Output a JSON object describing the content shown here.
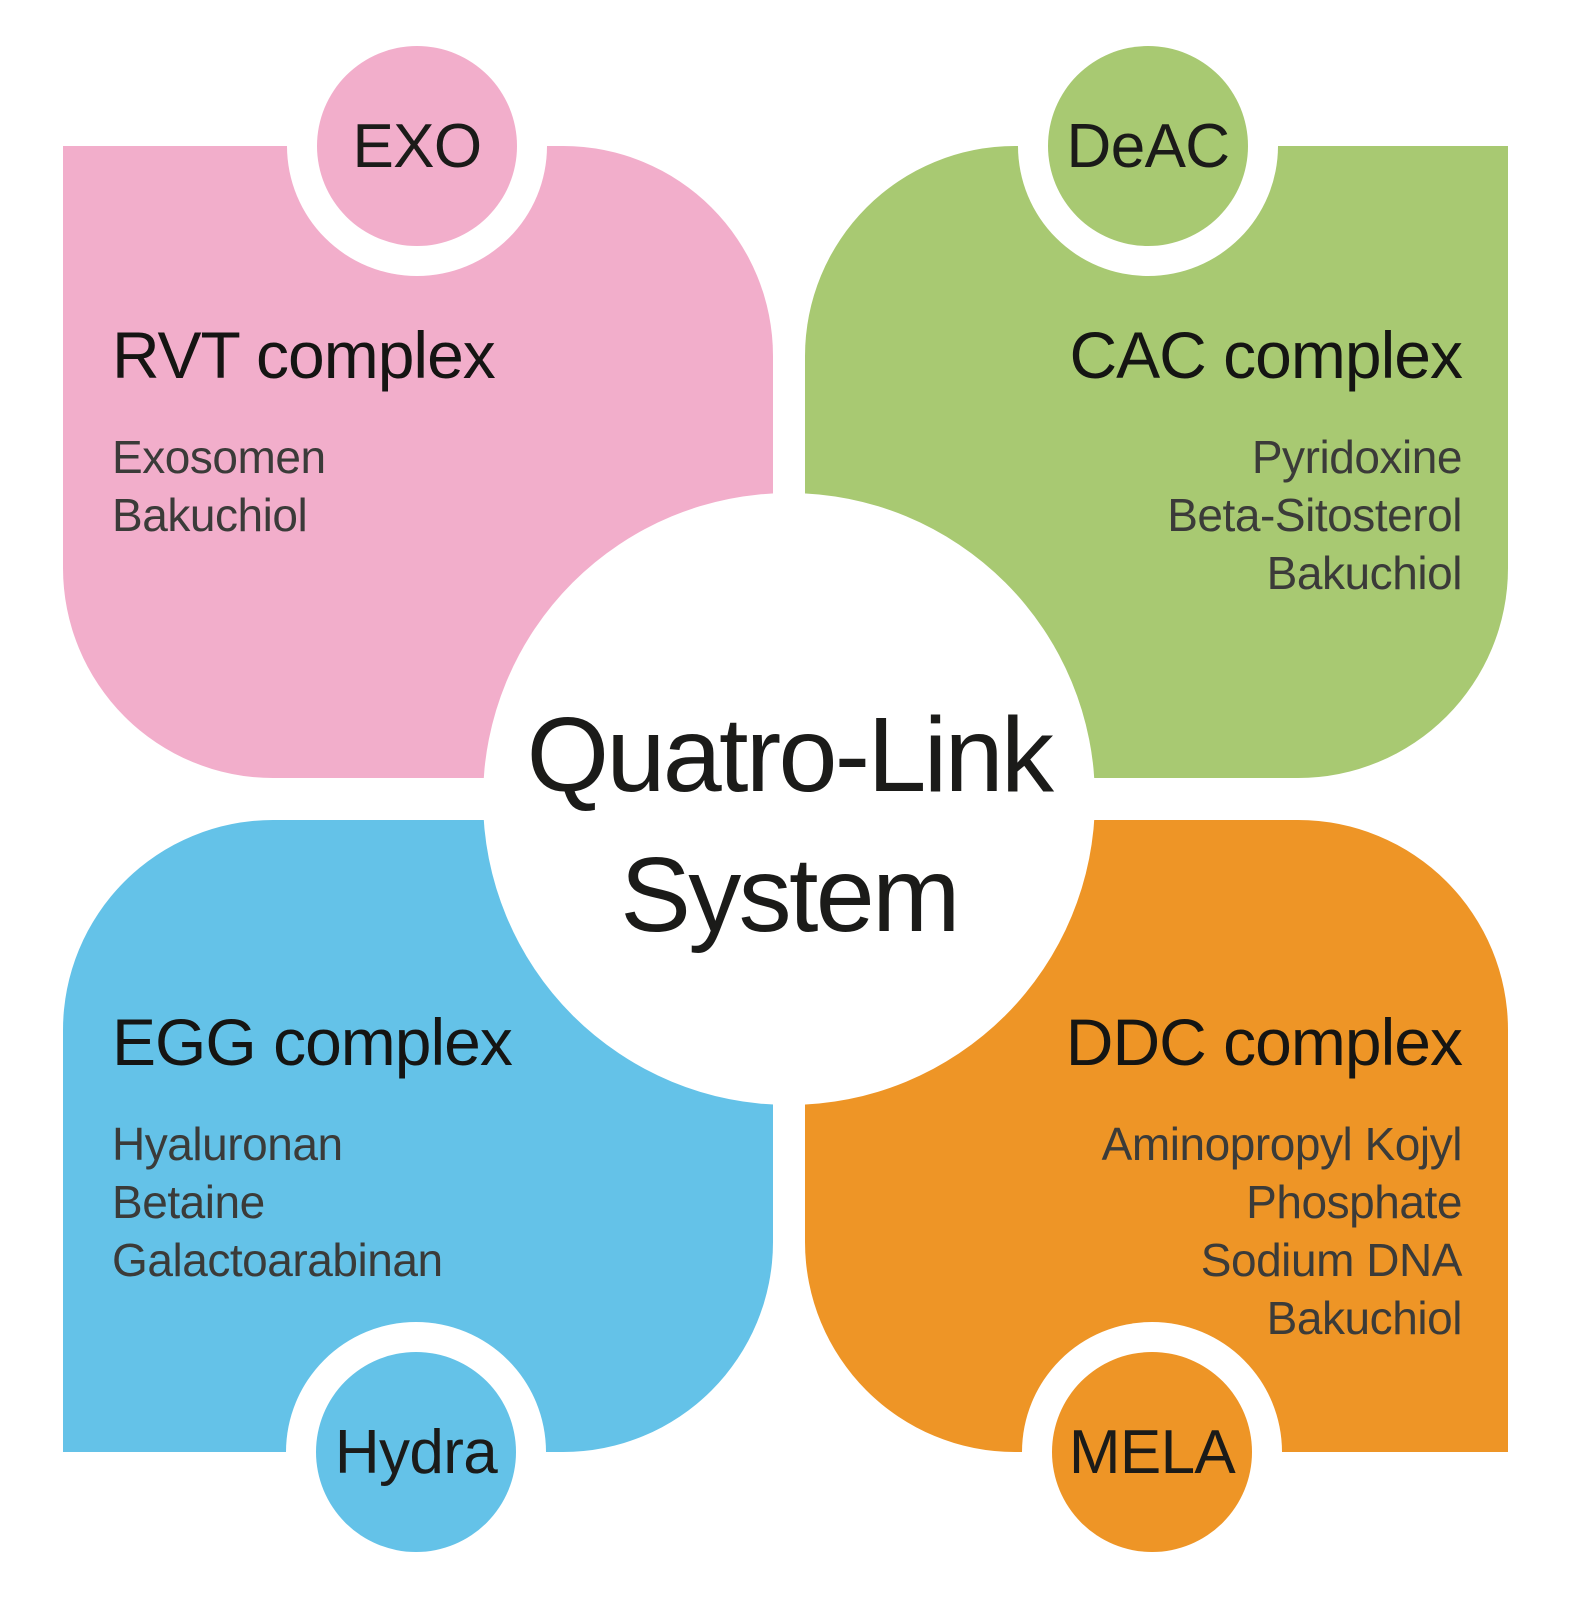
{
  "title": {
    "line1": "Quatro-Link",
    "line2": "System"
  },
  "quadrants": [
    {
      "id": "rvt",
      "position": "top-left",
      "badge_label": "EXO",
      "badge_position": "top",
      "heading": "RVT complex",
      "ingredients": [
        "Exosomen",
        "Bakuchiol"
      ],
      "color": "#F2AECB",
      "text_align": "left"
    },
    {
      "id": "cac",
      "position": "top-right",
      "badge_label": "DeAC",
      "badge_position": "top",
      "heading": "CAC complex",
      "ingredients": [
        "Pyridoxine",
        "Beta-Sitosterol",
        "Bakuchiol"
      ],
      "color": "#A8C972",
      "text_align": "right"
    },
    {
      "id": "egg",
      "position": "bottom-left",
      "badge_label": "Hydra",
      "badge_position": "bottom",
      "heading": "EGG complex",
      "ingredients": [
        "Hyaluronan",
        "Betaine",
        "Galactoarabinan"
      ],
      "color": "#64C2E8",
      "text_align": "left"
    },
    {
      "id": "ddc",
      "position": "bottom-right",
      "badge_label": "MELA",
      "badge_position": "bottom",
      "heading": "DDC complex",
      "ingredients": [
        "Aminopropyl Kojyl",
        "Phosphate",
        "Sodium DNA",
        "Bakuchiol"
      ],
      "color": "#EE9526",
      "text_align": "right"
    }
  ],
  "colors": {
    "pink": "#F2AECB",
    "green": "#A8C972",
    "blue": "#64C2E8",
    "orange": "#EE9526",
    "heading_text": "#151513",
    "body_text": "#3B3B39",
    "background": "#FFFFFF"
  }
}
